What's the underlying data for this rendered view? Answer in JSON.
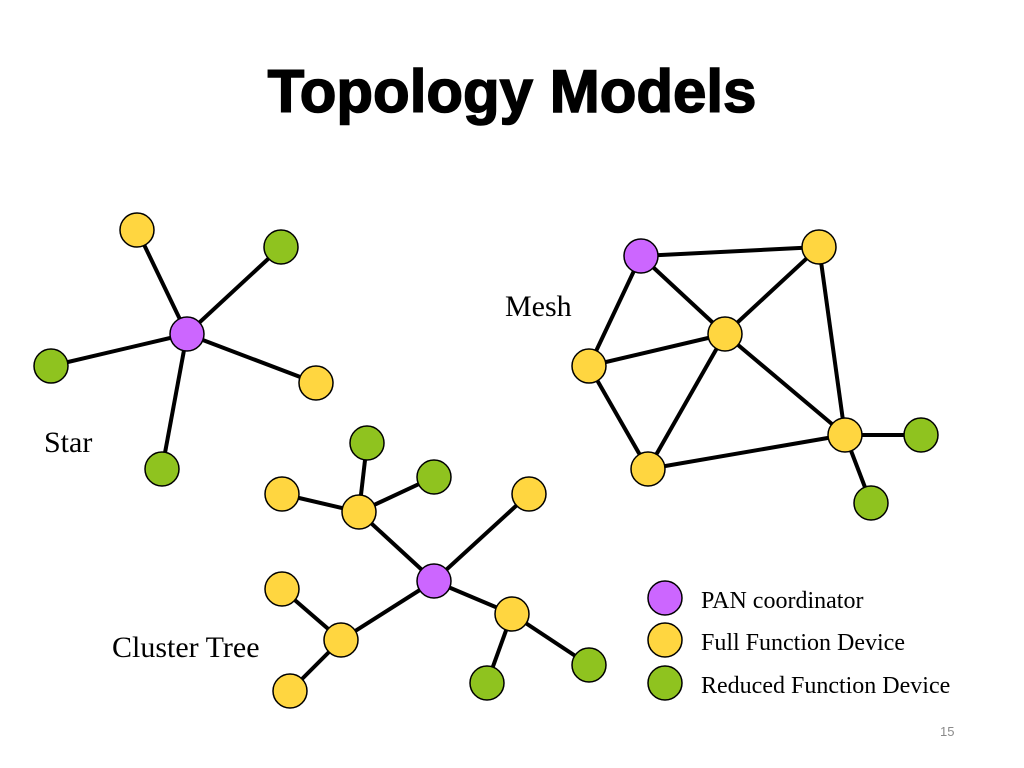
{
  "title": "Topology Models",
  "slide_number": "15",
  "colors": {
    "pan_coordinator": "#cc66ff",
    "full_function": "#ffd640",
    "reduced_function": "#8fc31f",
    "edge": "#000000"
  },
  "labels": {
    "star": "Star",
    "mesh": "Mesh",
    "cluster_tree": "Cluster Tree"
  },
  "legend": [
    {
      "type": "pan",
      "label": "PAN coordinator"
    },
    {
      "type": "ffd",
      "label": "Full Function Device"
    },
    {
      "type": "rfd",
      "label": "Reduced Function Device"
    }
  ],
  "topologies": {
    "star": {
      "nodes": [
        {
          "id": "c",
          "type": "pan"
        },
        {
          "id": "n1",
          "type": "ffd"
        },
        {
          "id": "n2",
          "type": "rfd"
        },
        {
          "id": "n3",
          "type": "rfd"
        },
        {
          "id": "n4",
          "type": "ffd"
        },
        {
          "id": "n5",
          "type": "rfd"
        }
      ],
      "edges": [
        [
          "c",
          "n1"
        ],
        [
          "c",
          "n2"
        ],
        [
          "c",
          "n3"
        ],
        [
          "c",
          "n4"
        ],
        [
          "c",
          "n5"
        ]
      ]
    },
    "mesh": {
      "nodes": [
        {
          "id": "p",
          "type": "pan"
        },
        {
          "id": "tr",
          "type": "ffd"
        },
        {
          "id": "ctr",
          "type": "ffd"
        },
        {
          "id": "l",
          "type": "ffd"
        },
        {
          "id": "bl",
          "type": "ffd"
        },
        {
          "id": "br",
          "type": "ffd"
        },
        {
          "id": "g1",
          "type": "rfd"
        },
        {
          "id": "g2",
          "type": "rfd"
        }
      ],
      "edges": [
        [
          "p",
          "tr"
        ],
        [
          "p",
          "ctr"
        ],
        [
          "p",
          "l"
        ],
        [
          "tr",
          "ctr"
        ],
        [
          "tr",
          "br"
        ],
        [
          "ctr",
          "l"
        ],
        [
          "ctr",
          "bl"
        ],
        [
          "ctr",
          "br"
        ],
        [
          "l",
          "bl"
        ],
        [
          "bl",
          "br"
        ],
        [
          "br",
          "g1"
        ],
        [
          "br",
          "g2"
        ]
      ]
    },
    "cluster_tree": {
      "nodes": [
        {
          "id": "root",
          "type": "pan"
        },
        {
          "id": "a",
          "type": "ffd"
        },
        {
          "id": "a1",
          "type": "ffd"
        },
        {
          "id": "a2",
          "type": "rfd"
        },
        {
          "id": "a3",
          "type": "rfd"
        },
        {
          "id": "b",
          "type": "ffd"
        },
        {
          "id": "c",
          "type": "ffd"
        },
        {
          "id": "c1",
          "type": "ffd"
        },
        {
          "id": "c2",
          "type": "ffd"
        },
        {
          "id": "d",
          "type": "ffd"
        },
        {
          "id": "d1",
          "type": "rfd"
        },
        {
          "id": "d2",
          "type": "rfd"
        }
      ],
      "edges": [
        [
          "root",
          "a"
        ],
        [
          "a",
          "a1"
        ],
        [
          "a",
          "a2"
        ],
        [
          "a",
          "a3"
        ],
        [
          "root",
          "b"
        ],
        [
          "root",
          "c"
        ],
        [
          "c",
          "c1"
        ],
        [
          "c",
          "c2"
        ],
        [
          "root",
          "d"
        ],
        [
          "d",
          "d1"
        ],
        [
          "d",
          "d2"
        ]
      ]
    }
  }
}
